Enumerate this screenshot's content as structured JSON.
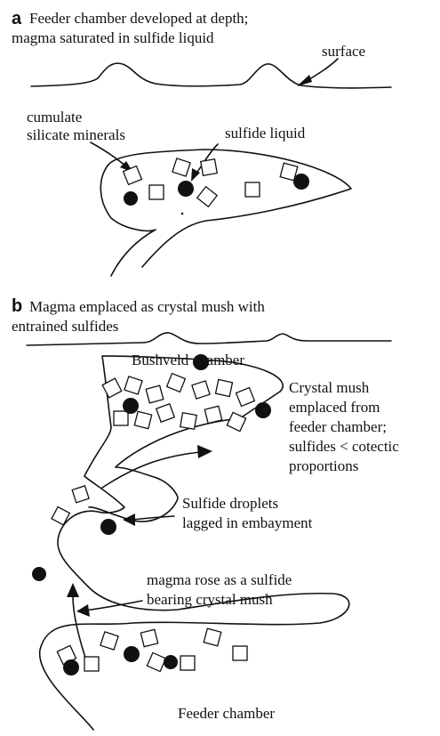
{
  "panel_a": {
    "letter": "a",
    "caption_line1": "Feeder chamber developed at depth;",
    "caption_line2": "magma saturated in sulfide liquid",
    "label_surface": "surface",
    "label_cumulate_line1": "cumulate",
    "label_cumulate_line2": "silicate minerals",
    "label_sulfide_liquid": "sulfide liquid"
  },
  "panel_b": {
    "letter": "b",
    "caption_line1": "Magma emplaced as crystal mush  with",
    "caption_line2": "entrained sulfides",
    "label_bushveld": "Bushveld  chamber",
    "crystal_mush_lines": [
      "Crystal mush",
      "emplaced from",
      "feeder chamber;",
      "sulfides < cotectic",
      "proportions"
    ],
    "droplets_lines": [
      "Sulfide droplets",
      "lagged in embayment"
    ],
    "rose_lines": [
      "magma rose as a sulfide",
      "bearing crystal mush"
    ],
    "label_feeder": "Feeder chamber"
  }
}
